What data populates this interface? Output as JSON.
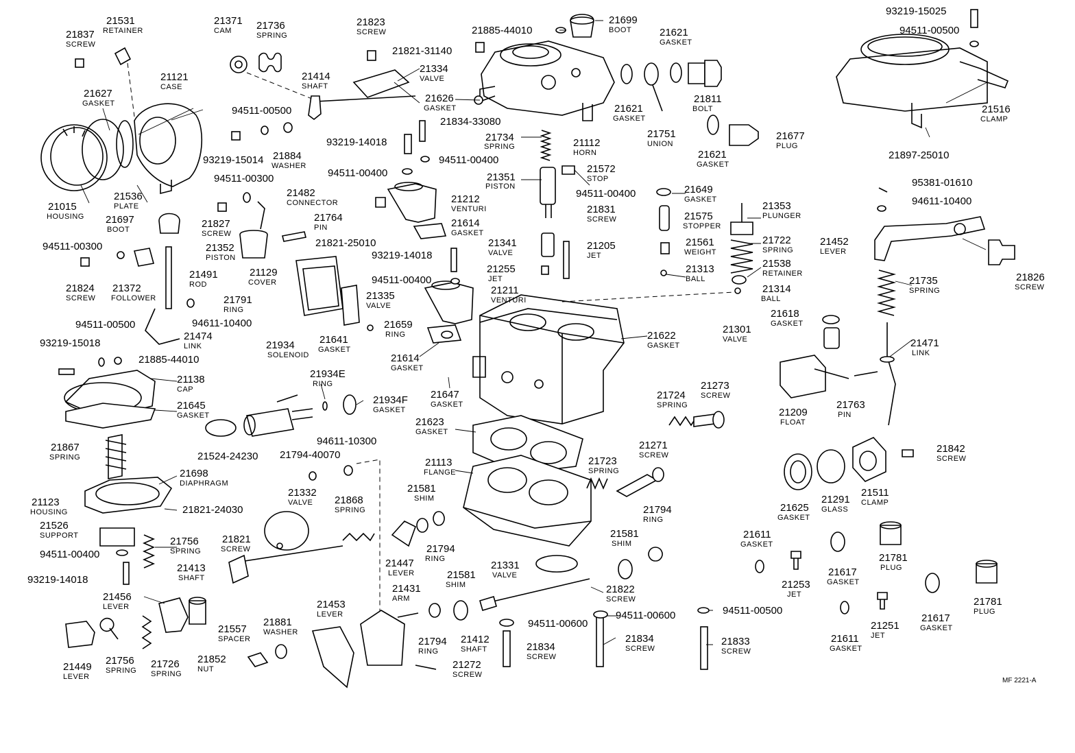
{
  "reference_code": "MF 2221-A",
  "callouts": [
    {
      "number": "21531",
      "name": "RETAINER"
    },
    {
      "number": "21837",
      "name": "SCREW"
    },
    {
      "number": "21371",
      "name": "CAM"
    },
    {
      "number": "21736",
      "name": "SPRING"
    },
    {
      "number": "21823",
      "name": "SCREW"
    },
    {
      "number": "21885-44010",
      "name": ""
    },
    {
      "number": "21699",
      "name": "BOOT"
    },
    {
      "number": "21821-31140",
      "name": ""
    },
    {
      "number": "21621",
      "name": "GASKET"
    },
    {
      "number": "21121",
      "name": "CASE"
    },
    {
      "number": "21414",
      "name": "SHAFT"
    },
    {
      "number": "21334",
      "name": "VALVE"
    },
    {
      "number": "21627",
      "name": "GASKET"
    },
    {
      "number": "21626",
      "name": "GASKET"
    },
    {
      "number": "21621",
      "name": "GASKET"
    },
    {
      "number": "21811",
      "name": "BOLT"
    },
    {
      "number": "94511-00500",
      "name": ""
    },
    {
      "number": "21834-33080",
      "name": ""
    },
    {
      "number": "93219-14018",
      "name": ""
    },
    {
      "number": "94511-00400",
      "name": ""
    },
    {
      "number": "21734",
      "name": "SPRING"
    },
    {
      "number": "21112",
      "name": "HORN"
    },
    {
      "number": "21751",
      "name": "UNION"
    },
    {
      "number": "21621",
      "name": "GASKET"
    },
    {
      "number": "21677",
      "name": "PLUG"
    },
    {
      "number": "93219-15014",
      "name": ""
    },
    {
      "number": "21884",
      "name": "WASHER"
    },
    {
      "number": "94511-00400",
      "name": ""
    },
    {
      "number": "21351",
      "name": "PISTON"
    },
    {
      "number": "21572",
      "name": "STOP"
    },
    {
      "number": "94511-00300",
      "name": ""
    },
    {
      "number": "21482",
      "name": "CONNECTOR"
    },
    {
      "number": "21536",
      "name": "PLATE"
    },
    {
      "number": "21015",
      "name": "HOUSING"
    },
    {
      "number": "21212",
      "name": "VENTURI"
    },
    {
      "number": "94511-00400",
      "name": ""
    },
    {
      "number": "21649",
      "name": "GASKET"
    },
    {
      "number": "21831",
      "name": "SCREW"
    },
    {
      "number": "21697",
      "name": "BOOT"
    },
    {
      "number": "21827",
      "name": "SCREW"
    },
    {
      "number": "21764",
      "name": "PIN"
    },
    {
      "number": "21614",
      "name": "GASKET"
    },
    {
      "number": "21575",
      "name": "STOPPER"
    },
    {
      "number": "21353",
      "name": "PLUNGER"
    },
    {
      "number": "94511-00300",
      "name": ""
    },
    {
      "number": "21352",
      "name": "PISTON"
    },
    {
      "number": "21821-25010",
      "name": ""
    },
    {
      "number": "21341",
      "name": "VALVE"
    },
    {
      "number": "21205",
      "name": "JET"
    },
    {
      "number": "21561",
      "name": "WEIGHT"
    },
    {
      "number": "21722",
      "name": "SPRING"
    },
    {
      "number": "93219-14018",
      "name": ""
    },
    {
      "number": "21824",
      "name": "SCREW"
    },
    {
      "number": "21372",
      "name": "FOLLOWER"
    },
    {
      "number": "21491",
      "name": "ROD"
    },
    {
      "number": "21129",
      "name": "COVER"
    },
    {
      "number": "21255",
      "name": "JET"
    },
    {
      "number": "21313",
      "name": "BALL"
    },
    {
      "number": "21538",
      "name": "RETAINER"
    },
    {
      "number": "94511-00400",
      "name": ""
    },
    {
      "number": "21211",
      "name": "VENTURI"
    },
    {
      "number": "21335",
      "name": "VALVE"
    },
    {
      "number": "21791",
      "name": "RING"
    },
    {
      "number": "94611-10400",
      "name": ""
    },
    {
      "number": "21314",
      "name": "BALL"
    },
    {
      "number": "21659",
      "name": "RING"
    },
    {
      "number": "94511-00500",
      "name": ""
    },
    {
      "number": "21474",
      "name": "LINK"
    },
    {
      "number": "21641",
      "name": "GASKET"
    },
    {
      "number": "21618",
      "name": "GASKET"
    },
    {
      "number": "21301",
      "name": "VALVE"
    },
    {
      "number": "21934",
      "name": "SOLENOID"
    },
    {
      "number": "93219-15018",
      "name": ""
    },
    {
      "number": "21885-44010",
      "name": ""
    },
    {
      "number": "21614",
      "name": "GASKET"
    },
    {
      "number": "21622",
      "name": "GASKET"
    },
    {
      "number": "21138",
      "name": "CAP"
    },
    {
      "number": "21934E",
      "name": "RING"
    },
    {
      "number": "21647",
      "name": "GASKET"
    },
    {
      "number": "21645",
      "name": "GASKET"
    },
    {
      "number": "21934F",
      "name": "GASKET"
    },
    {
      "number": "21724",
      "name": "SPRING"
    },
    {
      "number": "21273",
      "name": "SCREW"
    },
    {
      "number": "21623",
      "name": "GASKET"
    },
    {
      "number": "21867",
      "name": "SPRING"
    },
    {
      "number": "21524-24230",
      "name": ""
    },
    {
      "number": "94611-10300",
      "name": ""
    },
    {
      "number": "21271",
      "name": "SCREW"
    },
    {
      "number": "21794-40070",
      "name": ""
    },
    {
      "number": "21113",
      "name": "FLANGE"
    },
    {
      "number": "21723",
      "name": "SPRING"
    },
    {
      "number": "21698",
      "name": "DIAPHRAGM"
    },
    {
      "number": "21123",
      "name": "HOUSING"
    },
    {
      "number": "21821-24030",
      "name": ""
    },
    {
      "number": "21332",
      "name": "VALVE"
    },
    {
      "number": "21868",
      "name": "SPRING"
    },
    {
      "number": "21581",
      "name": "SHIM"
    },
    {
      "number": "21794",
      "name": "RING"
    },
    {
      "number": "21526",
      "name": "SUPPORT"
    },
    {
      "number": "21821",
      "name": "SCREW"
    },
    {
      "number": "21756",
      "name": "SPRING"
    },
    {
      "number": "94511-00400",
      "name": ""
    },
    {
      "number": "21447",
      "name": "LEVER"
    },
    {
      "number": "21794",
      "name": "RING"
    },
    {
      "number": "21581",
      "name": "SHIM"
    },
    {
      "number": "21413",
      "name": "SHAFT"
    },
    {
      "number": "21331",
      "name": "VALVE"
    },
    {
      "number": "93219-14018",
      "name": ""
    },
    {
      "number": "21581",
      "name": "SHIM"
    },
    {
      "number": "21822",
      "name": "SCREW"
    },
    {
      "number": "21456",
      "name": "LEVER"
    },
    {
      "number": "21431",
      "name": "ARM"
    },
    {
      "number": "21453",
      "name": "LEVER"
    },
    {
      "number": "94511-00600",
      "name": ""
    },
    {
      "number": "94511-00600",
      "name": ""
    },
    {
      "number": "94511-00500",
      "name": ""
    },
    {
      "number": "21881",
      "name": "WASHER"
    },
    {
      "number": "21557",
      "name": "SPACER"
    },
    {
      "number": "21412",
      "name": "SHAFT"
    },
    {
      "number": "21794",
      "name": "RING"
    },
    {
      "number": "21834",
      "name": "SCREW"
    },
    {
      "number": "21834",
      "name": "SCREW"
    },
    {
      "number": "21833",
      "name": "SCREW"
    },
    {
      "number": "21449",
      "name": "LEVER"
    },
    {
      "number": "21756",
      "name": "SPRING"
    },
    {
      "number": "21726",
      "name": "SPRING"
    },
    {
      "number": "21852",
      "name": "NUT"
    },
    {
      "number": "21272",
      "name": "SCREW"
    },
    {
      "number": "93219-15025",
      "name": ""
    },
    {
      "number": "94511-00500",
      "name": ""
    },
    {
      "number": "21516",
      "name": "CLAMP"
    },
    {
      "number": "21897-25010",
      "name": ""
    },
    {
      "number": "95381-01610",
      "name": ""
    },
    {
      "number": "94611-10400",
      "name": ""
    },
    {
      "number": "21452",
      "name": "LEVER"
    },
    {
      "number": "21826",
      "name": "SCREW"
    },
    {
      "number": "21735",
      "name": "SPRING"
    },
    {
      "number": "21471",
      "name": "LINK"
    },
    {
      "number": "21209",
      "name": "FLOAT"
    },
    {
      "number": "21763",
      "name": "PIN"
    },
    {
      "number": "21842",
      "name": "SCREW"
    },
    {
      "number": "21625",
      "name": "GASKET"
    },
    {
      "number": "21291",
      "name": "GLASS"
    },
    {
      "number": "21511",
      "name": "CLAMP"
    },
    {
      "number": "21611",
      "name": "GASKET"
    },
    {
      "number": "21253",
      "name": "JET"
    },
    {
      "number": "21617",
      "name": "GASKET"
    },
    {
      "number": "21781",
      "name": "PLUG"
    },
    {
      "number": "21611",
      "name": "GASKET"
    },
    {
      "number": "21251",
      "name": "JET"
    },
    {
      "number": "21617",
      "name": "GASKET"
    },
    {
      "number": "21781",
      "name": "PLUG"
    }
  ]
}
